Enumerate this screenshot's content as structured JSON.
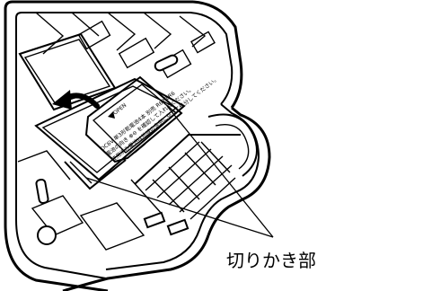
{
  "callout": {
    "label": "切りかき部"
  },
  "battery_cover": {
    "open_text": "OPEN",
    "spec_lines": [
      "DC6V 単3形乾電池4本 別売 R6P/LR6",
      "電池の向き ⊕⊖ を確認して入れてください。",
      "使用済み電池は地域の条例に従って処分してください。"
    ]
  },
  "icons": {
    "open_arrow": "curved-arrow-icon"
  }
}
